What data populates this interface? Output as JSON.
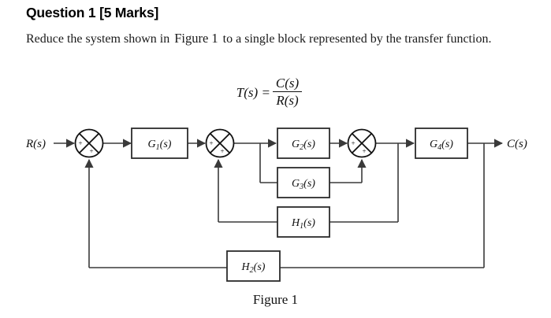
{
  "document": {
    "question_title": "Question 1 [5 Marks]",
    "prompt_part1": "Reduce the system shown in",
    "prompt_figure_ref": "Figure 1",
    "prompt_part2": "to a single block represented by the transfer function.",
    "caption": "Figure 1"
  },
  "equation": {
    "lhs": "T(s) =",
    "numerator": "C(s)",
    "denominator": "R(s)"
  },
  "diagram": {
    "input_label": "R(s)",
    "output_label": "C(s)",
    "blocks": [
      {
        "id": "G1",
        "label": "G",
        "subscript": "1",
        "suffix": "(s)"
      },
      {
        "id": "G2",
        "label": "G",
        "subscript": "2",
        "suffix": "(s)"
      },
      {
        "id": "G3",
        "label": "G",
        "subscript": "3",
        "suffix": "(s)"
      },
      {
        "id": "G4",
        "label": "G",
        "subscript": "4",
        "suffix": "(s)"
      },
      {
        "id": "H1",
        "label": "H",
        "subscript": "1",
        "suffix": "(s)"
      },
      {
        "id": "H2",
        "label": "H",
        "subscript": "2",
        "suffix": "(s)"
      }
    ],
    "summing_junctions": [
      {
        "id": "sum1",
        "left_sign": "+",
        "bottom_sign": "+"
      },
      {
        "id": "sum2",
        "left_sign": "+",
        "bottom_sign": "+"
      },
      {
        "id": "sum3",
        "left_sign": "+",
        "bottom_sign": "+"
      }
    ],
    "colors": {
      "line": "#3a3a3a",
      "block_border": "#2b2b2b",
      "block_fill": "#ffffff",
      "text": "#111111"
    }
  }
}
